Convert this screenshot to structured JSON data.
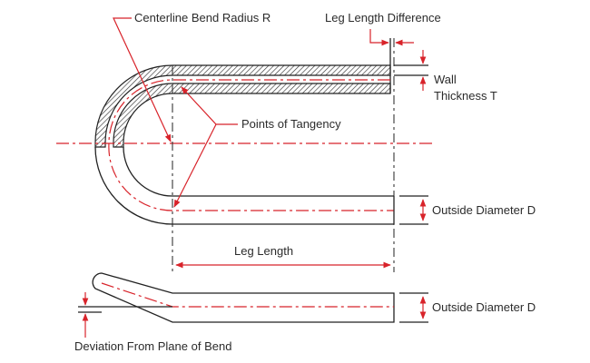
{
  "labels": {
    "centerline_bend_radius": "Centerline Bend Radius R",
    "leg_length_difference": "Leg Length Difference",
    "wall": "Wall",
    "thickness_t": "Thickness T",
    "points_of_tangency": "Points of Tangency",
    "outside_diameter_top": "Outside Diameter D",
    "leg_length": "Leg Length",
    "outside_diameter_bottom": "Outside Diameter D",
    "deviation_from_plane": "Deviation From Plane of Bend"
  },
  "colors": {
    "dimension": "#d8232a",
    "outline": "#222222",
    "text": "#2b2b2b"
  }
}
